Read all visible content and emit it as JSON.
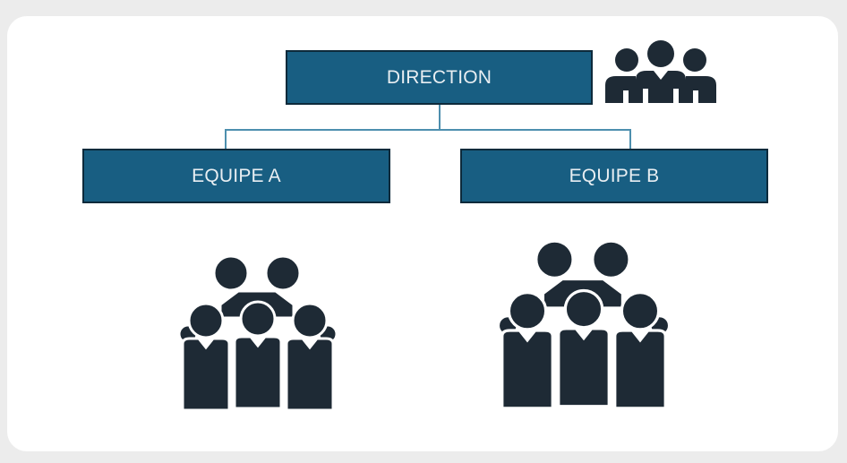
{
  "diagram": {
    "root": {
      "label": "DIRECTION",
      "icon": "people-group-icon"
    },
    "children": [
      {
        "label": "EQUIPE A",
        "icon": "crowd-icon"
      },
      {
        "label": "EQUIPE B",
        "icon": "crowd-icon"
      }
    ]
  },
  "colors": {
    "box_fill": "#185e82",
    "box_border": "#0d2a3b",
    "connector": "#4d8fae",
    "icon": "#1e2a35"
  }
}
